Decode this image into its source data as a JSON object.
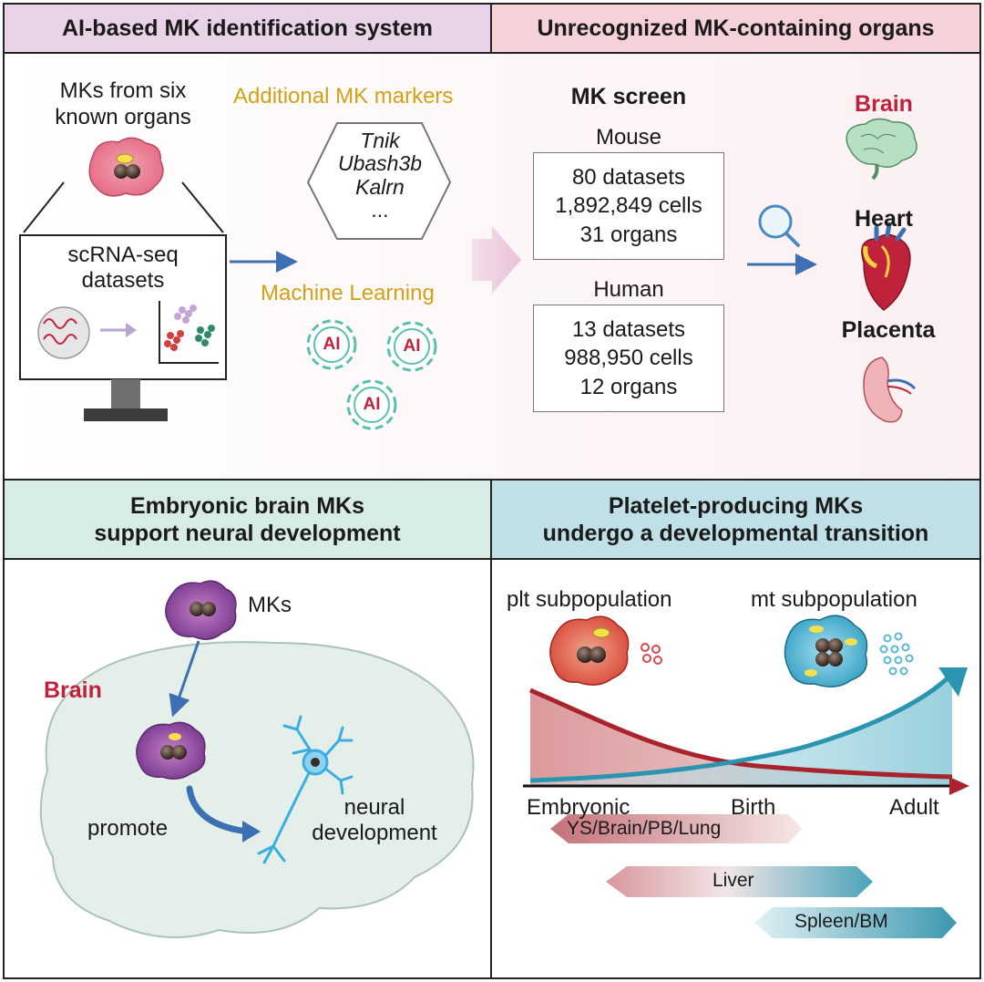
{
  "headers": {
    "top_left": "AI-based MK identification system",
    "top_right": "Unrecognized MK-containing organs",
    "bottom_left_line1": "Embryonic brain MKs",
    "bottom_left_line2": "support neural development",
    "bottom_right_line1": "Platelet-producing MKs",
    "bottom_right_line2": "undergo a developmental transition"
  },
  "ai_system": {
    "known_organs_line1": "MKs from six",
    "known_organs_line2": "known organs",
    "monitor_line1": "scRNA-seq",
    "monitor_line2": "datasets",
    "markers_title": "Additional MK markers",
    "markers": [
      "Tnik",
      "Ubash3b",
      "Kalrn",
      "..."
    ],
    "ml_title": "Machine Learning",
    "gear_label": "AI"
  },
  "screen": {
    "title": "MK screen",
    "mouse_label": "Mouse",
    "mouse_lines": [
      "80 datasets",
      "1,892,849 cells",
      "31 organs"
    ],
    "human_label": "Human",
    "human_lines": [
      "13 datasets",
      "988,950 cells",
      "12 organs"
    ],
    "organs": [
      "Brain",
      "Heart",
      "Placenta"
    ]
  },
  "brain_panel": {
    "mks_label": "MKs",
    "brain_label": "Brain",
    "promote_label": "promote",
    "neural_line1": "neural",
    "neural_line2": "development"
  },
  "transition_panel": {
    "plt_label": "plt subpopulation",
    "mt_label": "mt subpopulation",
    "x_labels": [
      "Embryonic",
      "Birth",
      "Adult"
    ],
    "ranges": [
      "YS/Brain/PB/Lung",
      "Liver",
      "Spleen/BM"
    ]
  },
  "colors": {
    "header_purple": "#e9d3e8",
    "header_pink": "#f6d2d8",
    "header_green": "#d7ece3",
    "header_teal": "#bfe0e6",
    "brain_red": "#c0223b",
    "marker_gold": "#d4a017",
    "arrow_blue": "#3d6fb3",
    "plt_red": "#a8232b",
    "mt_teal": "#2b95b0"
  }
}
